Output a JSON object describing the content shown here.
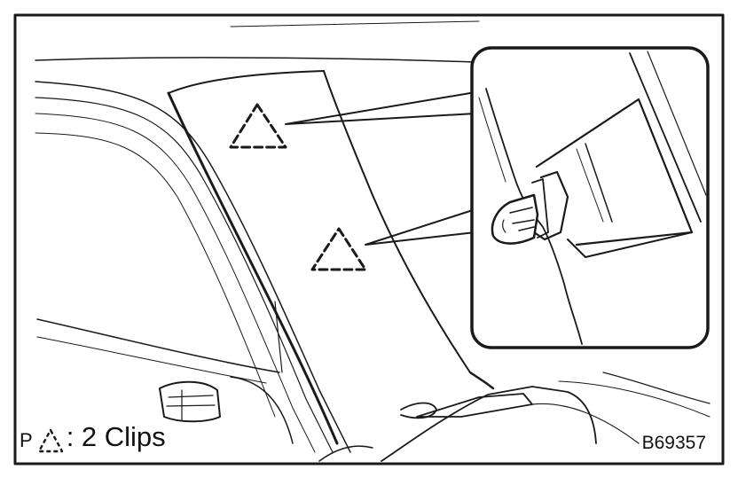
{
  "legend": {
    "prefix": "P",
    "symbol_icon": "dashed-triangle-icon",
    "text": ": 2 Clips"
  },
  "figure_code": "B69357",
  "colors": {
    "line": "#1a1a1a",
    "background": "#ffffff"
  }
}
